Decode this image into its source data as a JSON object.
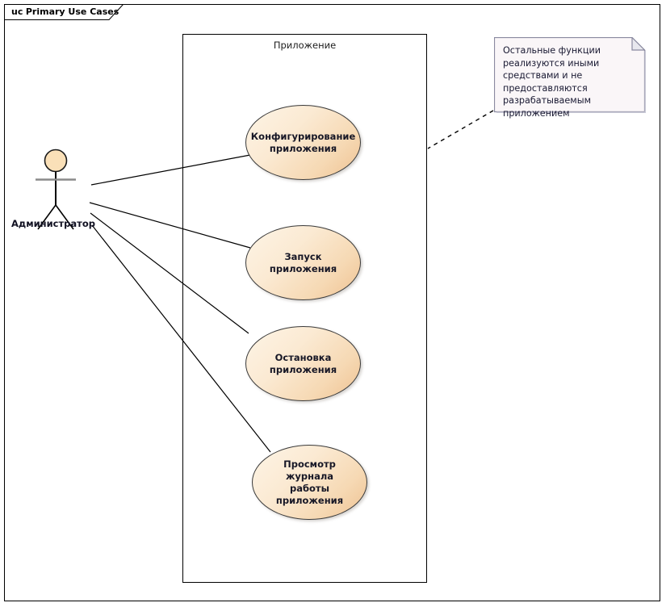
{
  "diagram": {
    "frame_tab": {
      "kind": "uc",
      "name": "Primary Use Cases"
    },
    "boundary": {
      "label": "Приложение"
    },
    "actor": {
      "name": "Администратор",
      "icon": "stick-figure-actor-icon"
    },
    "use_cases": [
      {
        "label": "Конфигурирование\nприложения"
      },
      {
        "label": "Запуск приложения"
      },
      {
        "label": "Остановка\nприложения"
      },
      {
        "label": "Просмотр журнала\nработы приложения"
      }
    ],
    "note": {
      "text": "Остальные функции реализуются иными средствами и не предоставляются разрабатываемым приложением"
    },
    "colors": {
      "usecase_fill_light": "#fdf4e6",
      "usecase_fill_dark": "#eec191",
      "usecase_stroke": "#3a3a3a",
      "note_fill": "#faf6f8",
      "note_stroke": "#8a8aa0",
      "line": "#000000",
      "actor_head_fill": "#fae0b8"
    }
  }
}
